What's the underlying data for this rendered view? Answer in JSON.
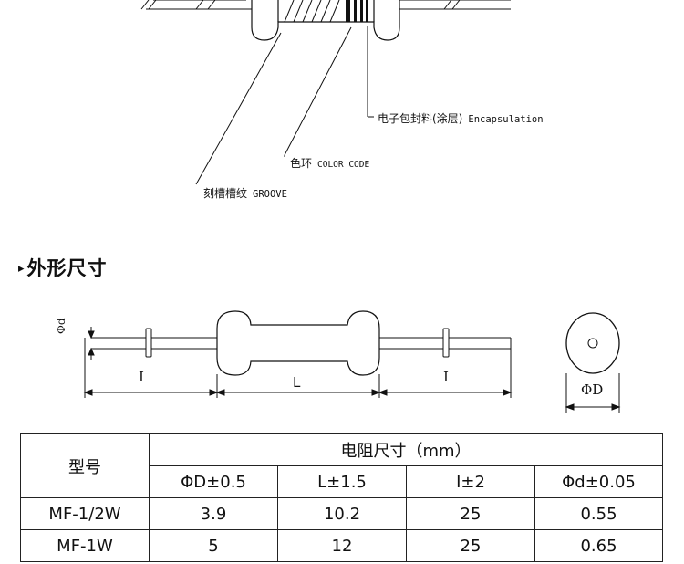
{
  "structure_callouts": {
    "encapsulation": {
      "cn": "电子包封料(涂层)",
      "en": "Encapsulation"
    },
    "color_code": {
      "cn": "色环",
      "en": "COLOR CODE"
    },
    "groove": {
      "cn": "刻槽槽纹",
      "en": "GROOVE"
    }
  },
  "section": {
    "marker": "▸",
    "title": "外形尺寸"
  },
  "dimension_labels": {
    "lead_diameter": "Φd",
    "lead_length_left": "I",
    "body_length": "L",
    "lead_length_right": "I",
    "body_diameter": "ΦD"
  },
  "table": {
    "model_header": "型号",
    "group_header": "电阻尺寸（mm）",
    "columns": [
      "ΦD±0.5",
      "L±1.5",
      "I±2",
      "Φd±0.05"
    ],
    "rows": [
      {
        "model": "MF-1/2W",
        "values": [
          "3.9",
          "10.2",
          "25",
          "0.55"
        ]
      },
      {
        "model": "MF-1W",
        "values": [
          "5",
          "12",
          "25",
          "0.65"
        ]
      }
    ]
  },
  "colors": {
    "line": "#111111",
    "border": "#222222",
    "background": "#ffffff"
  }
}
